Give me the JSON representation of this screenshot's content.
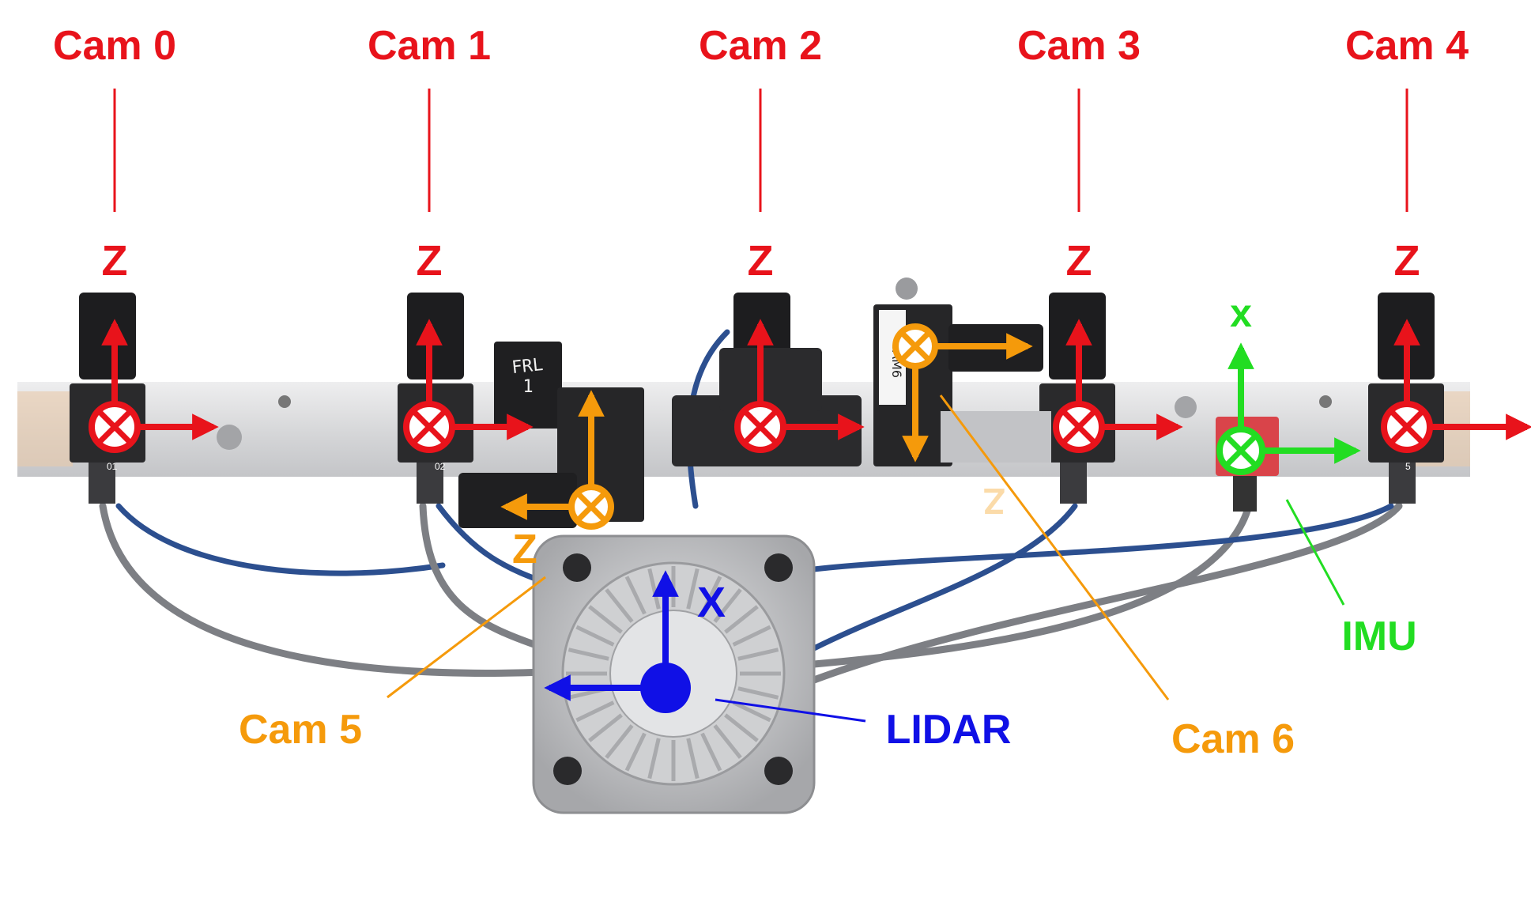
{
  "colors": {
    "camera_red": "#e8131b",
    "side_camera_orange": "#f59a0b",
    "imu_green": "#22dd22",
    "lidar_blue": "#1010e6",
    "rail": "#d9dadc",
    "lidar_body": "#b8b9bb"
  },
  "cameras": [
    {
      "name": "Cam 0",
      "axis": "Z"
    },
    {
      "name": "Cam 1",
      "axis": "Z"
    },
    {
      "name": "Cam 2",
      "axis": "Z"
    },
    {
      "name": "Cam 3",
      "axis": "Z"
    },
    {
      "name": "Cam 4",
      "axis": "Z"
    }
  ],
  "side_cameras": [
    {
      "name": "Cam 5",
      "axis": "Z"
    },
    {
      "name": "Cam 6",
      "axis": "Z"
    }
  ],
  "imu": {
    "name": "IMU",
    "axis": "x"
  },
  "lidar": {
    "name": "LIDAR",
    "axis": "X"
  },
  "hardware_text": {
    "frl_tag": "FRL",
    "frl_number": "1",
    "cam6_tag": "CAM6",
    "port_tags": [
      "01",
      "02",
      "5"
    ]
  },
  "icons": [
    "into-page-cross-icon",
    "arrow-icon",
    "axis-dot-icon"
  ]
}
